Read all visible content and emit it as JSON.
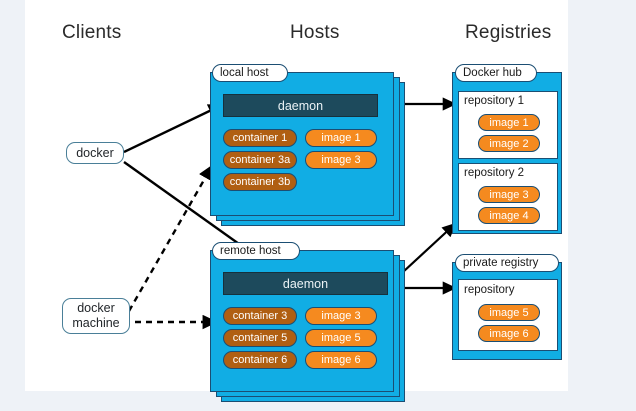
{
  "page": {
    "background": "#eef2f7",
    "canvas_background": "#ffffff",
    "title": "Docker architecture: clients, hosts and registries"
  },
  "palette": {
    "host_cyan": "#11ade4",
    "daemon_teal": "#1d4a5c",
    "container_brown": "#b05f12",
    "image_orange": "#f58a1f",
    "outline_blue": "#1b4e73",
    "client_border": "#4a7f98",
    "arrow": "#000000"
  },
  "columns": [
    {
      "id": "clients",
      "label": "Clients"
    },
    {
      "id": "hosts",
      "label": "Hosts"
    },
    {
      "id": "registries",
      "label": "Registries"
    }
  ],
  "clients": [
    {
      "id": "docker",
      "label": "docker"
    },
    {
      "id": "docker-machine",
      "label": "docker\nmachine",
      "line1": "docker",
      "line2": "machine"
    }
  ],
  "hosts": [
    {
      "id": "local-host",
      "tag": "local host",
      "daemon": "daemon",
      "containers": [
        "container 1",
        "container 3a",
        "container 3b"
      ],
      "images": [
        "image 1",
        "image 3"
      ],
      "stack_layers": 3
    },
    {
      "id": "remote-host",
      "tag": "remote host",
      "daemon": "daemon",
      "containers": [
        "container 3",
        "container 5",
        "container 6"
      ],
      "images": [
        "image 3",
        "image 5",
        "image 6"
      ],
      "stack_layers": 3
    }
  ],
  "registries": [
    {
      "id": "docker-hub",
      "tag": "Docker hub",
      "repositories": [
        {
          "id": "repository-1",
          "label": "repository 1",
          "images": [
            "image 1",
            "image 2"
          ]
        },
        {
          "id": "repository-2",
          "label": "repository 2",
          "images": [
            "image 3",
            "image 4"
          ]
        }
      ]
    },
    {
      "id": "private-registry",
      "tag": "private registry",
      "repositories": [
        {
          "id": "repository",
          "label": "repository",
          "images": [
            "image 5",
            "image 6"
          ]
        }
      ]
    }
  ],
  "connections": [
    {
      "id": "docker-to-local-daemon",
      "from": "docker",
      "to": "local-host-daemon",
      "style": "solid"
    },
    {
      "id": "docker-to-remote-daemon",
      "from": "docker",
      "to": "remote-host-daemon",
      "style": "solid"
    },
    {
      "id": "docker-machine-to-local-host",
      "from": "docker-machine",
      "to": "local-host",
      "style": "dashed"
    },
    {
      "id": "docker-machine-to-remote-host",
      "from": "docker-machine",
      "to": "remote-host",
      "style": "dashed"
    },
    {
      "id": "local-daemon-to-repository-1",
      "from": "local-host-daemon",
      "to": "repository-1",
      "style": "solid"
    },
    {
      "id": "remote-daemon-to-repository-2",
      "from": "remote-host-daemon",
      "to": "repository-2",
      "style": "solid"
    },
    {
      "id": "remote-daemon-to-private-registry",
      "from": "remote-host-daemon",
      "to": "private-registry",
      "style": "solid"
    }
  ]
}
